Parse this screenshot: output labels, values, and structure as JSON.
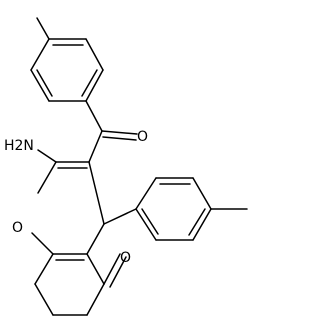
{
  "molecule": {
    "labels": {
      "amino": "H2N",
      "ring_oxygen": "O",
      "ketone_oxygen": "O",
      "acyl_oxygen": "O"
    },
    "colors": {
      "bond": "#000000",
      "label": "#000000",
      "background": "#ffffff"
    }
  }
}
